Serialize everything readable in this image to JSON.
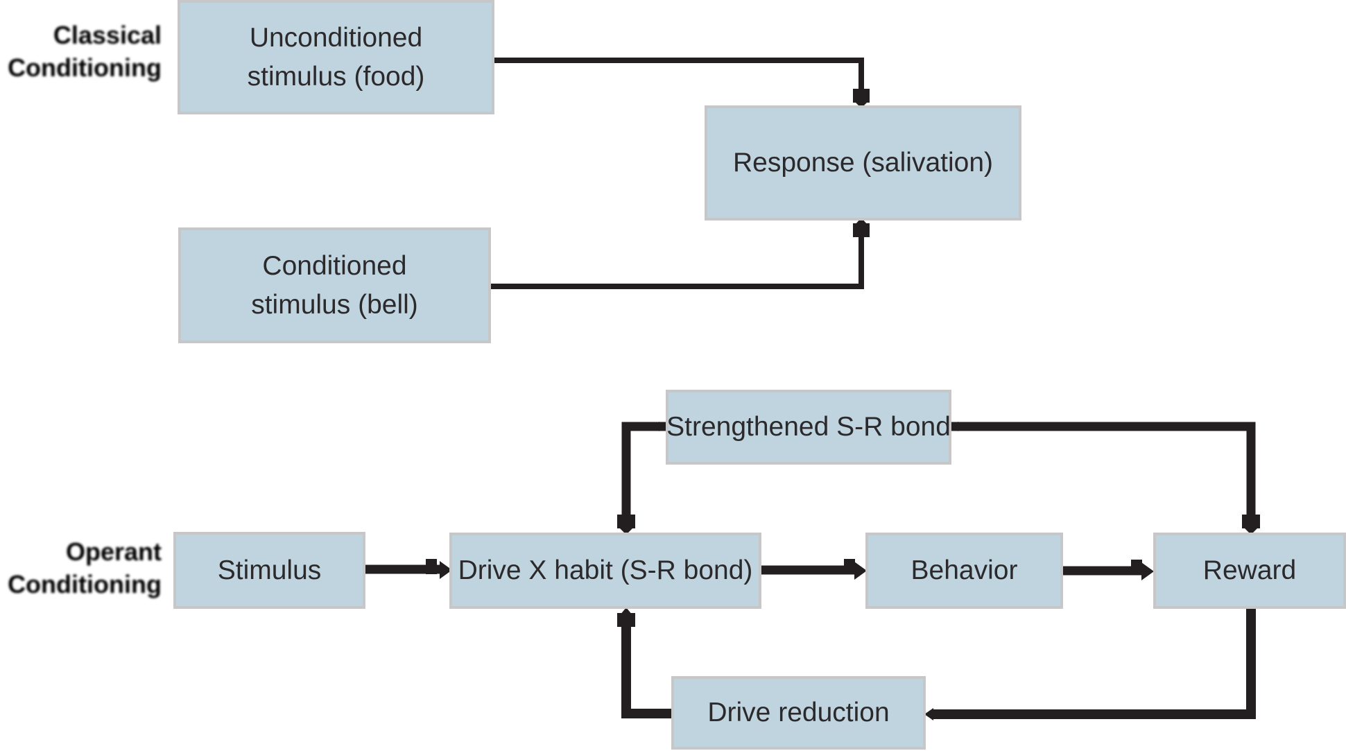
{
  "figure": {
    "background_color": "#ffffff",
    "box_fill_color": "#bfd4de",
    "box_border_color": "#c7c7c7",
    "connector_color": "#231f20",
    "text_color": "#2b292b",
    "label_color": "#141414"
  },
  "sections": {
    "classical": {
      "label_line1": "Classical",
      "label_line2": "Conditioning",
      "boxes": {
        "unconditioned_stimulus": "Unconditioned stimulus (food)",
        "response": "Response (salivation)",
        "conditioned_stimulus": "Conditioned stimulus (bell)"
      }
    },
    "operant": {
      "label_line1": "Operant",
      "label_line2": "Conditioning",
      "boxes": {
        "stimulus": "Stimulus",
        "drive_habit": "Drive X habit (S-R bond)",
        "behavior": "Behavior",
        "reward": "Reward",
        "strengthened_bond": "Strengthened S-R bond",
        "drive_reduction": "Drive reduction"
      }
    }
  },
  "edges": [
    {
      "from": "Unconditioned stimulus (food)",
      "to": "Response (salivation)"
    },
    {
      "from": "Conditioned stimulus (bell)",
      "to": "Response (salivation)"
    },
    {
      "from": "Stimulus",
      "to": "Drive X habit (S-R bond)"
    },
    {
      "from": "Drive X habit (S-R bond)",
      "to": "Behavior"
    },
    {
      "from": "Behavior",
      "to": "Reward"
    },
    {
      "from": "Strengthened S-R bond",
      "to": "Drive X habit (S-R bond)"
    },
    {
      "from": "Strengthened S-R bond",
      "to": "Reward"
    },
    {
      "from": "Reward",
      "to": "Drive reduction"
    },
    {
      "from": "Drive reduction",
      "to": "Drive X habit (S-R bond)"
    }
  ]
}
